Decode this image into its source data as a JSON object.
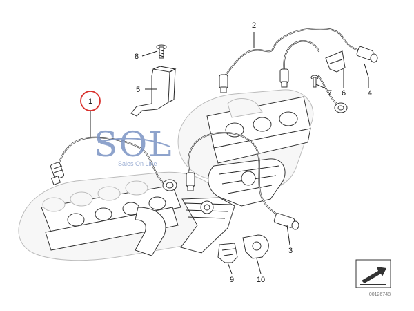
{
  "callouts": [
    {
      "id": "c1",
      "label": "1",
      "highlighted": true
    },
    {
      "id": "c2",
      "label": "2"
    },
    {
      "id": "c3",
      "label": "3"
    },
    {
      "id": "c4",
      "label": "4"
    },
    {
      "id": "c5",
      "label": "5"
    },
    {
      "id": "c6",
      "label": "6"
    },
    {
      "id": "c7",
      "label": "7"
    },
    {
      "id": "c8",
      "label": "8"
    },
    {
      "id": "c9",
      "label": "9"
    },
    {
      "id": "c10",
      "label": "10"
    }
  ],
  "watermark": {
    "letters": "SOL",
    "subtitle": "Sales On Line",
    "color": "#7b93c4"
  },
  "highlight_color": "#d9302c",
  "figure_number": "00126748",
  "icons": [
    "direction-arrow-icon"
  ]
}
